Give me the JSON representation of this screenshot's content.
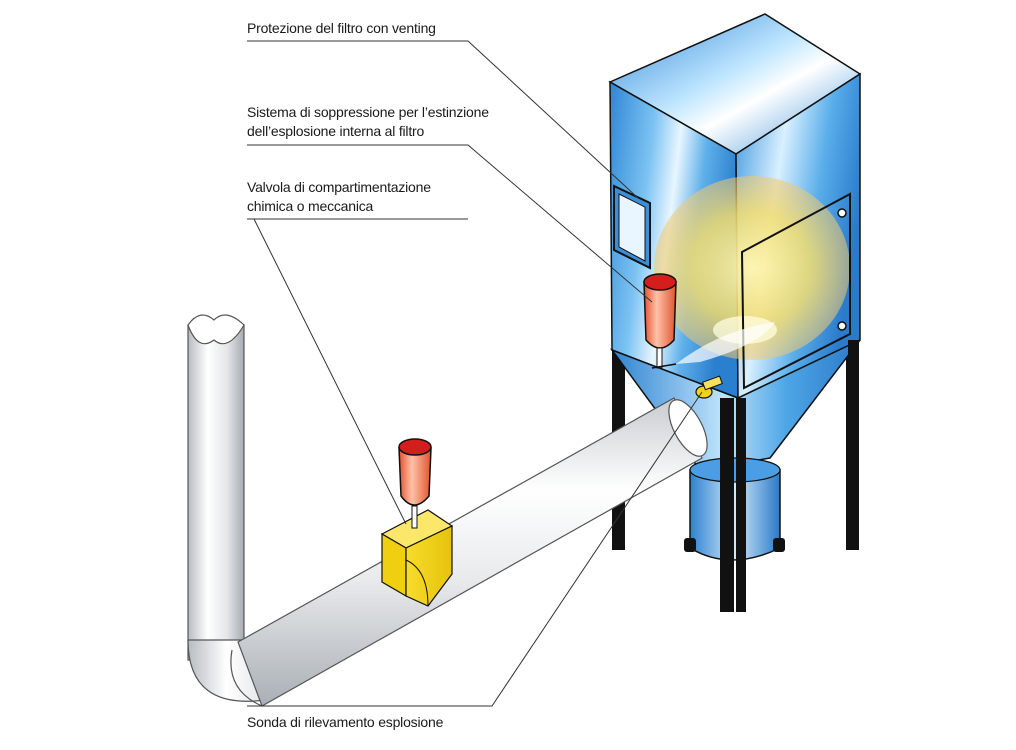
{
  "labels": {
    "venting": "Protezione del filtro con venting",
    "suppression": {
      "line1": "Sistema di soppressione per l’estinzione",
      "line2": "dell’esplosione interna al filtro"
    },
    "valve": {
      "line1": "Valvola di compartimentazione",
      "line2": "chimica o meccanica"
    },
    "probe": "Sonda di rilevamento esplosione"
  },
  "colors": {
    "filter_body": "#3f9be0",
    "filter_highlight": "#ffffff",
    "fireball": "#f2e27a",
    "pipe": "#e6e8ea",
    "valve_block": "#f2d21a",
    "suppressor": "#f07a55",
    "suppressor_cap": "#d41e1e",
    "legs": "#111111",
    "leader_line": "#333333"
  }
}
